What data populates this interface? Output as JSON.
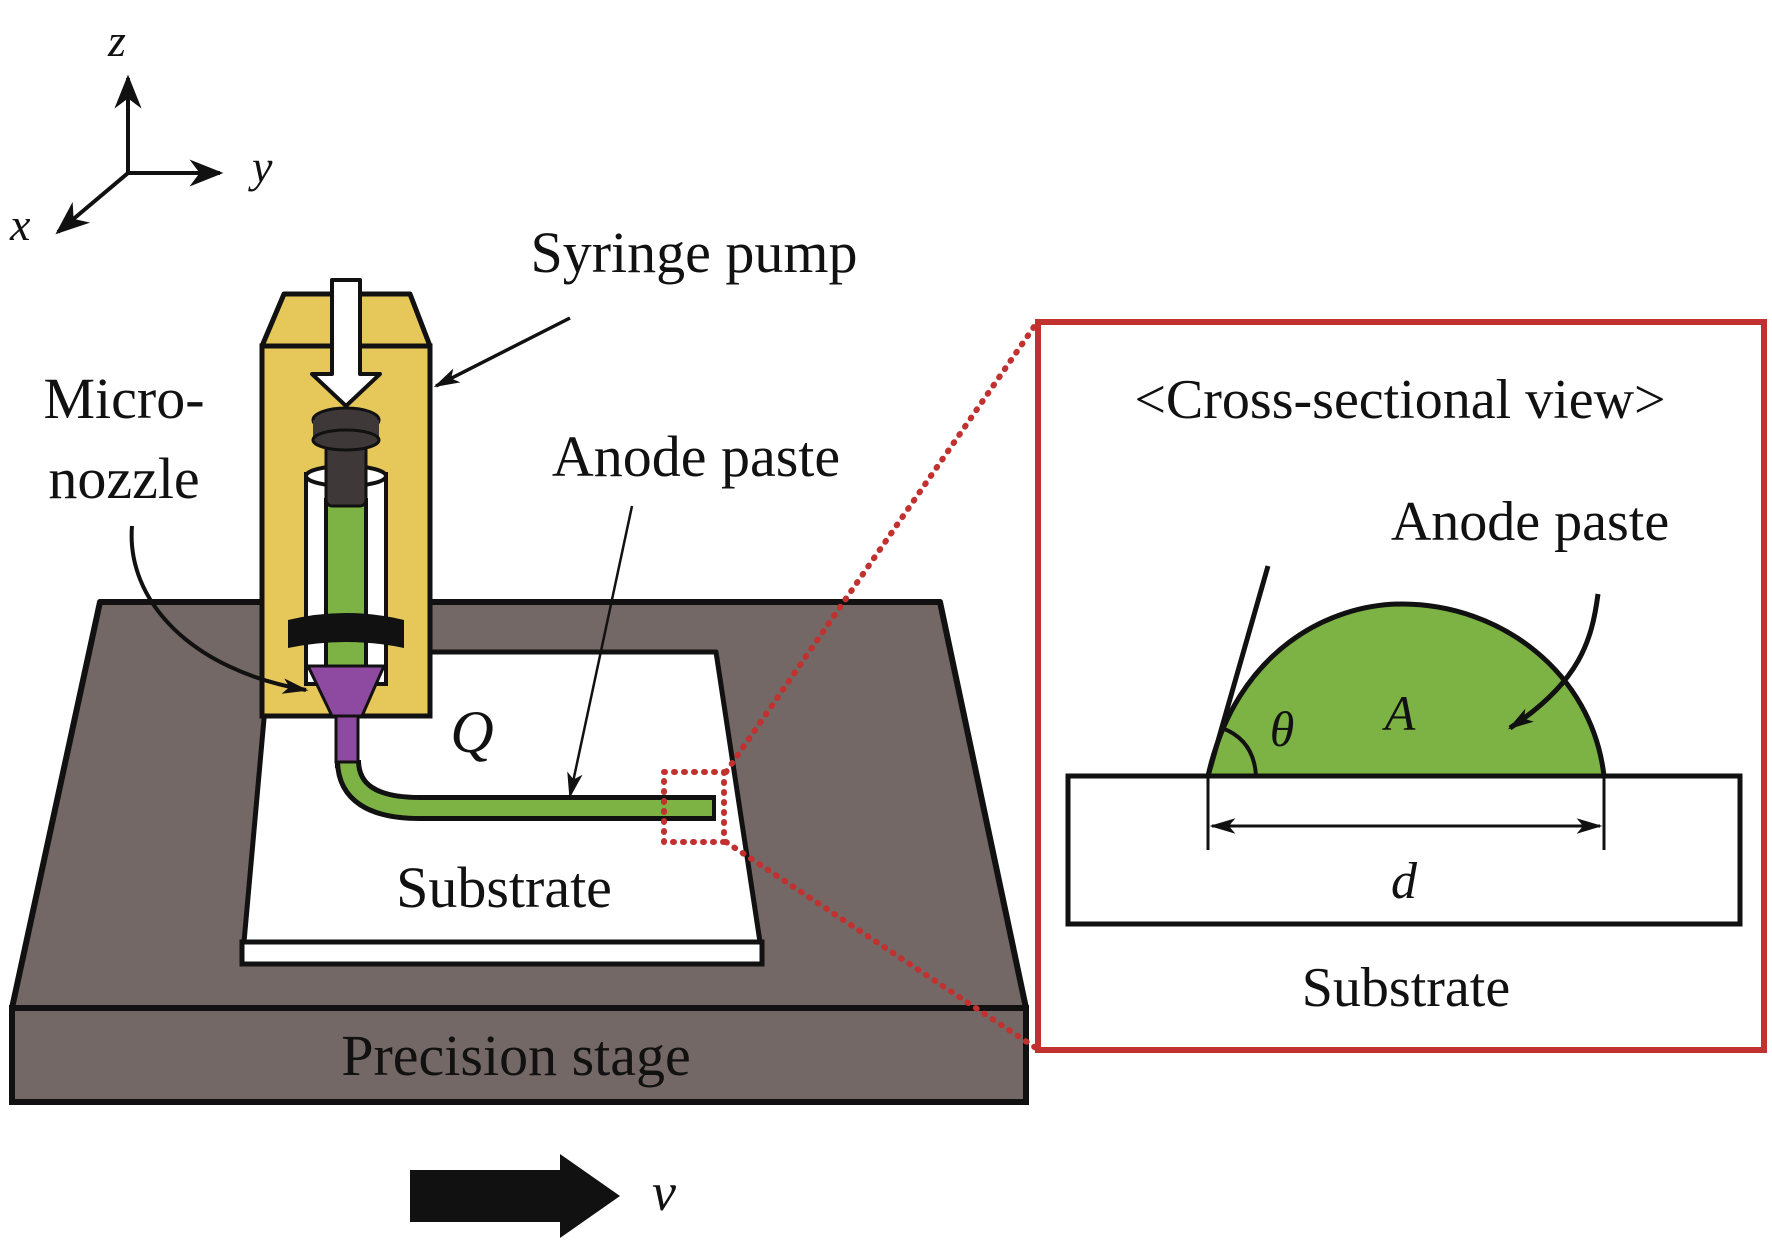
{
  "axes": {
    "x_label": "x",
    "y_label": "y",
    "z_label": "z"
  },
  "labels": {
    "syringe_pump": "Syringe pump",
    "micro_nozzle_line1": "Micro-",
    "micro_nozzle_line2": "nozzle",
    "anode_paste": "Anode paste",
    "flow_rate": "Q",
    "substrate": "Substrate",
    "precision_stage": "Precision stage",
    "velocity": "v"
  },
  "inset": {
    "title": "<Cross-sectional view>",
    "anode_paste": "Anode paste",
    "contact_angle": "θ",
    "area": "A",
    "width": "d",
    "substrate": "Substrate"
  },
  "colors": {
    "stage": "#736866",
    "pump_body": "#e6c75a",
    "paste_green": "#7db244",
    "nozzle_purple": "#8e4aa0",
    "plunger": "#3f3838",
    "inset_border": "#c0312f",
    "outline": "#111111"
  }
}
